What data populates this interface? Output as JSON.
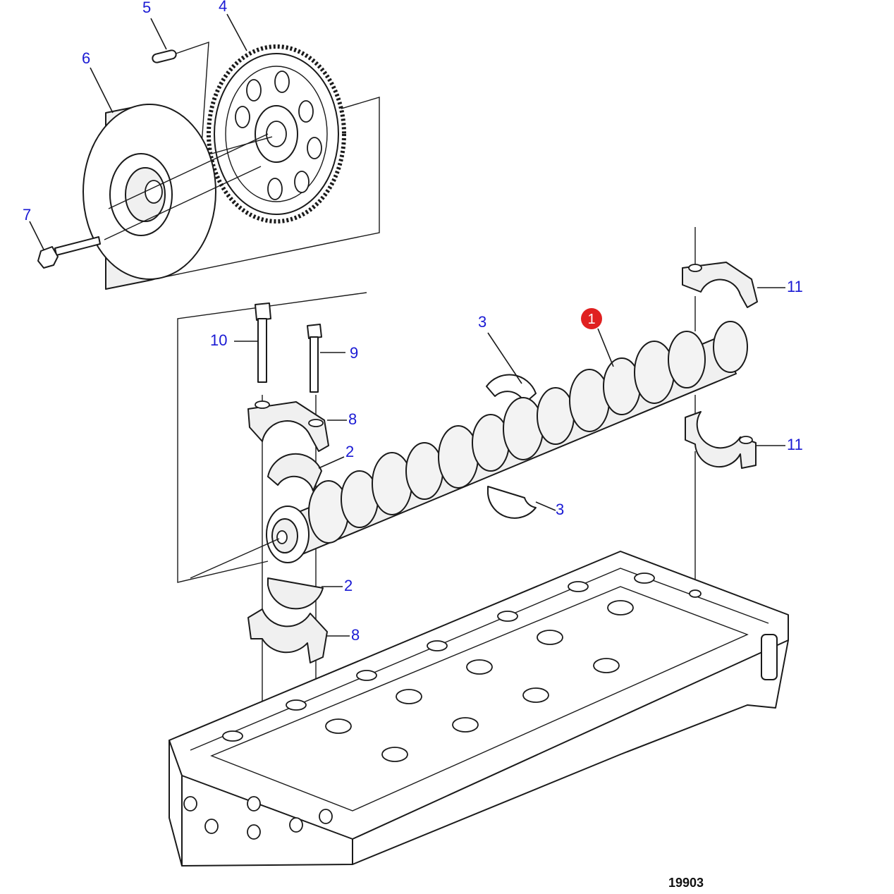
{
  "diagram": {
    "id": "19903",
    "highlight_color": "#e02020",
    "label_color": "#1a1ad4",
    "parts": [
      {
        "key": "p1",
        "number": "1",
        "highlighted": true
      },
      {
        "key": "p2a",
        "number": "2"
      },
      {
        "key": "p2b",
        "number": "2"
      },
      {
        "key": "p3a",
        "number": "3"
      },
      {
        "key": "p3b",
        "number": "3"
      },
      {
        "key": "p4",
        "number": "4"
      },
      {
        "key": "p5",
        "number": "5"
      },
      {
        "key": "p6",
        "number": "6"
      },
      {
        "key": "p7",
        "number": "7"
      },
      {
        "key": "p8a",
        "number": "8"
      },
      {
        "key": "p8b",
        "number": "8"
      },
      {
        "key": "p9",
        "number": "9"
      },
      {
        "key": "p10",
        "number": "10"
      },
      {
        "key": "p11a",
        "number": "11"
      },
      {
        "key": "p11b",
        "number": "11"
      }
    ]
  }
}
